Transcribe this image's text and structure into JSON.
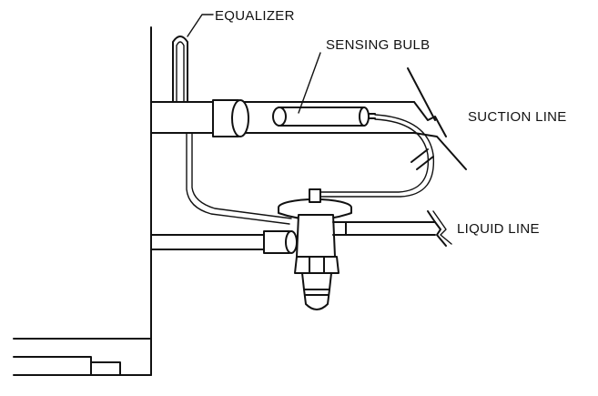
{
  "labels": {
    "equalizer": "EQUALIZER",
    "sensing_bulb": "SENSING BULB",
    "suction_line": "SUCTION LINE",
    "liquid_line": "LIQUID LINE"
  },
  "colors": {
    "line": "#111111",
    "background": "#ffffff"
  }
}
